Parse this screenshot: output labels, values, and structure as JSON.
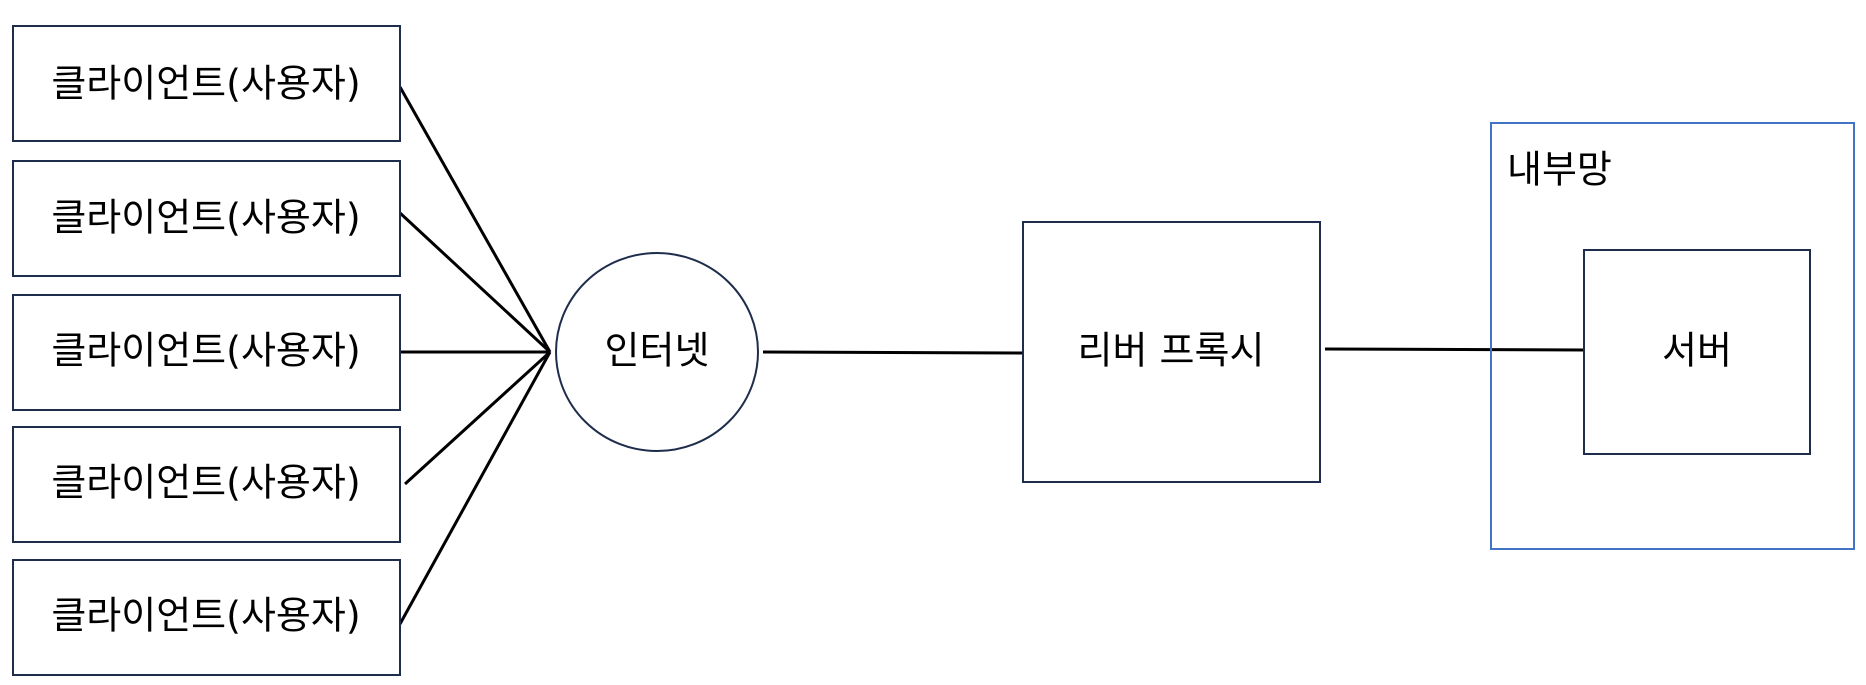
{
  "diagram": {
    "clients": [
      {
        "label": "클라이언트(사용자)"
      },
      {
        "label": "클라이언트(사용자)"
      },
      {
        "label": "클라이언트(사용자)"
      },
      {
        "label": "클라이언트(사용자)"
      },
      {
        "label": "클라이언트(사용자)"
      }
    ],
    "internet": {
      "label": "인터넷"
    },
    "reverse_proxy": {
      "label": "리버 프록시"
    },
    "internal_network": {
      "label": "내부망"
    },
    "server": {
      "label": "서버"
    },
    "colors": {
      "node_border": "#1f2d4d",
      "zone_border": "#4472c4",
      "edge": "#000000"
    }
  }
}
